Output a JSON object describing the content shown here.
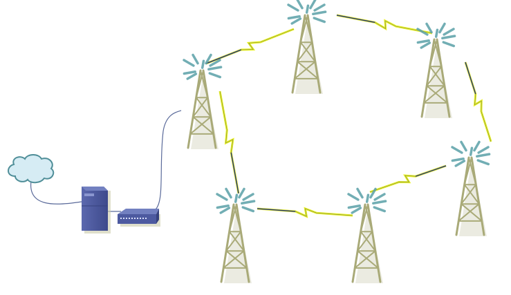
{
  "colors": {
    "tower": "#a9aa78",
    "tower_shadow": "#d8d8c4",
    "rays": "#5aa0a8",
    "link_line": "#2a3a78",
    "bolt": "#e8f020",
    "device": "#4d5aa0",
    "cloud_fill": "#d6ecf4",
    "cloud_stroke": "#4f8e98",
    "cable": "#5a6a9a"
  },
  "diagram": {
    "nodes": [
      "cloud",
      "server",
      "switch",
      "tower-1",
      "tower-2",
      "tower-3",
      "tower-4",
      "tower-5",
      "tower-6"
    ],
    "wireless_links": [
      [
        "tower-1",
        "tower-2"
      ],
      [
        "tower-2",
        "tower-3"
      ],
      [
        "tower-3",
        "tower-4"
      ],
      [
        "tower-4",
        "tower-6"
      ],
      [
        "tower-6",
        "tower-5"
      ],
      [
        "tower-5",
        "tower-1"
      ]
    ],
    "wired_links": [
      [
        "cloud",
        "server"
      ],
      [
        "server",
        "switch"
      ],
      [
        "switch",
        "tower-1"
      ]
    ]
  }
}
